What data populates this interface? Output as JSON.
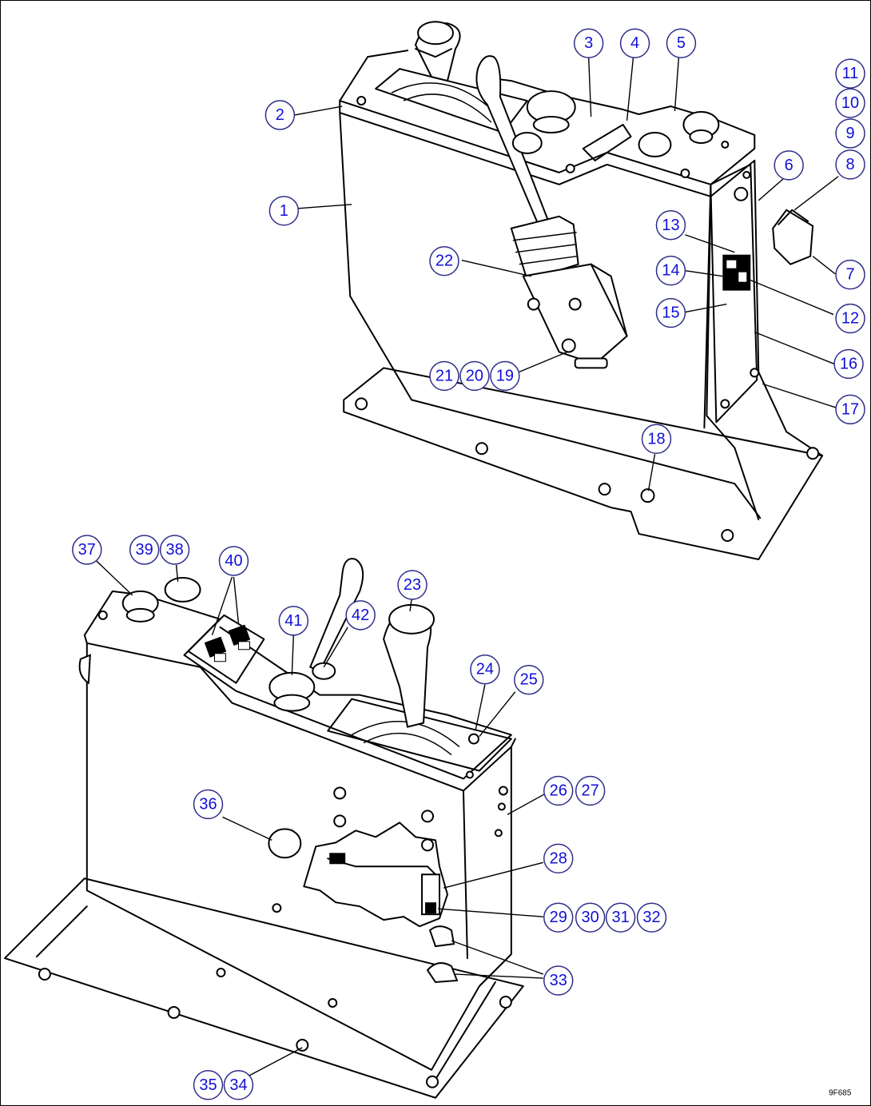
{
  "callouts": [
    "1",
    "2",
    "3",
    "4",
    "5",
    "6",
    "7",
    "8",
    "9",
    "10",
    "11",
    "12",
    "13",
    "14",
    "15",
    "16",
    "17",
    "18",
    "19",
    "20",
    "21",
    "22",
    "23",
    "24",
    "25",
    "26",
    "27",
    "28",
    "29",
    "30",
    "31",
    "32",
    "33",
    "34",
    "35",
    "36",
    "37",
    "38",
    "39",
    "40",
    "41",
    "42"
  ],
  "figure_code": "9F685"
}
